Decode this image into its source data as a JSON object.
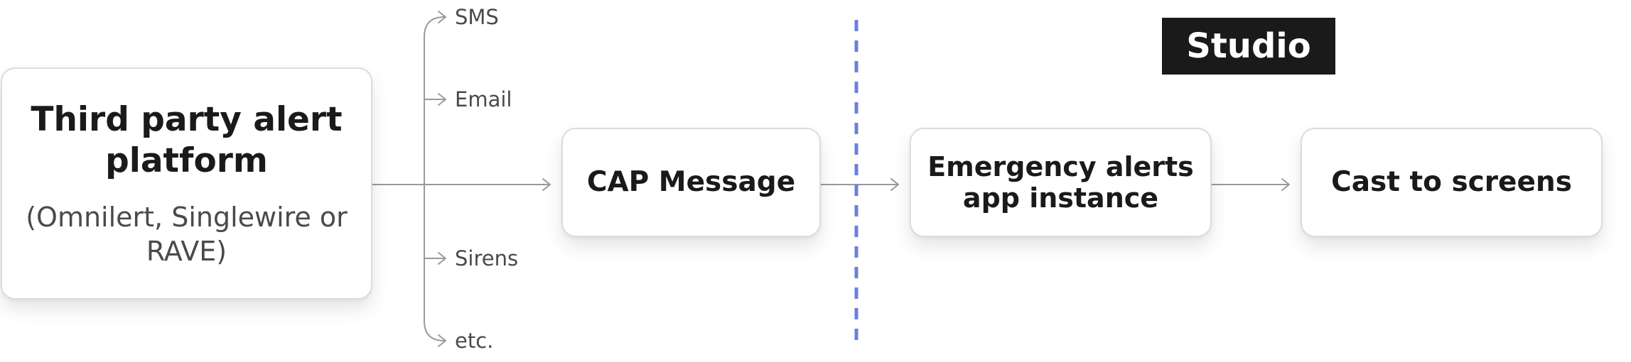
{
  "nodes": {
    "third_party": {
      "title": "Third party alert platform",
      "subtitle": "(Omnilert, Singlewire or RAVE)"
    },
    "cap_message": {
      "title": "CAP Message"
    },
    "app_instance": {
      "title": "Emergency alerts app instance"
    },
    "cast": {
      "title": "Cast to screens"
    }
  },
  "channels": [
    "SMS",
    "Email",
    "Sirens",
    "etc."
  ],
  "studio_label": "Studio",
  "colors": {
    "divider": "#6b7fe0",
    "connector": "#9a9a9a",
    "badge": "#1a1a1a"
  }
}
